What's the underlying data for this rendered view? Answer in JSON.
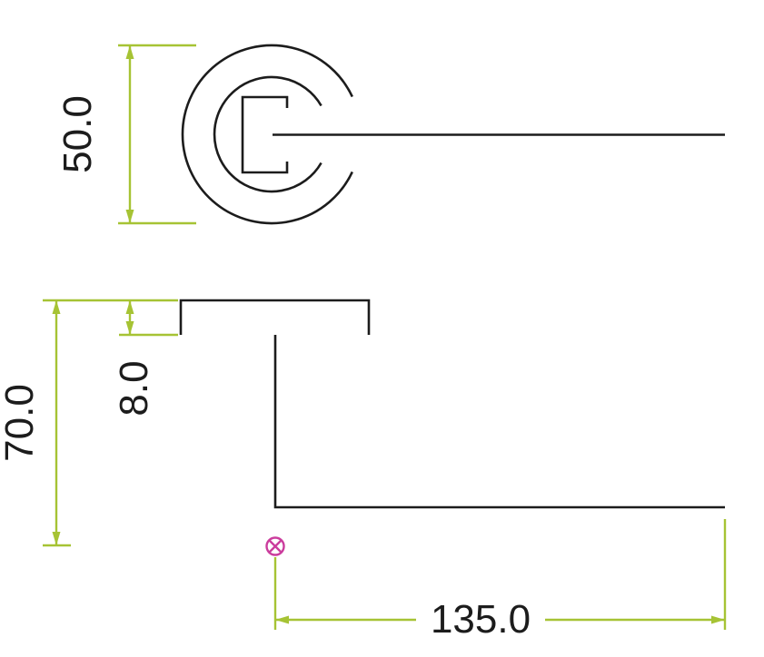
{
  "page": {
    "title": "Lever handle on round rose - dimensioned technical drawing"
  },
  "colors": {
    "drawing": "#1c1c1c",
    "dimension": "#a6c334",
    "marker": "#cb3d9d",
    "text": "#1c1c1c",
    "background": "#ffffff"
  },
  "labels": {
    "rose_diameter": "50.0",
    "rose_thickness": "8.0",
    "projection": "70.0",
    "lever_length": "135.0"
  },
  "icons": {
    "fixing_point": "circled-x-marker"
  }
}
